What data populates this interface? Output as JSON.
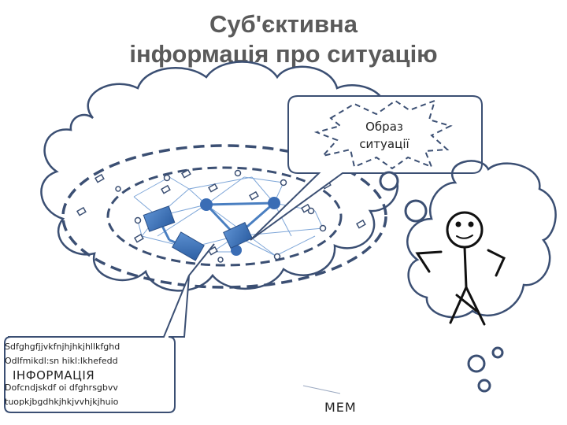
{
  "title": {
    "line1": "Суб'єктивна",
    "line2": "інформація про ситуацію"
  },
  "image_callout": {
    "line1": "Образ",
    "line2": "ситуації"
  },
  "info_callout": {
    "line1": "Sdfghgfjjvkfnjhjhkjhllkfghd",
    "line2": "Odlfmikdl:sn hikl:lkhefedd",
    "heading": "ІНФОРМАЦІЯ",
    "line3": "Dofcndjskdf oi dfghrsgbvv",
    "line4": "tuopkjbgdhkjhkjvvhjkjhuio"
  },
  "meme_label": "МЕМ",
  "colors": {
    "cloud_stroke": "#3b4f73",
    "network_line": "#6f9fd6",
    "node_fill": "#4a7fc1",
    "title_text": "#5a5a5a"
  }
}
